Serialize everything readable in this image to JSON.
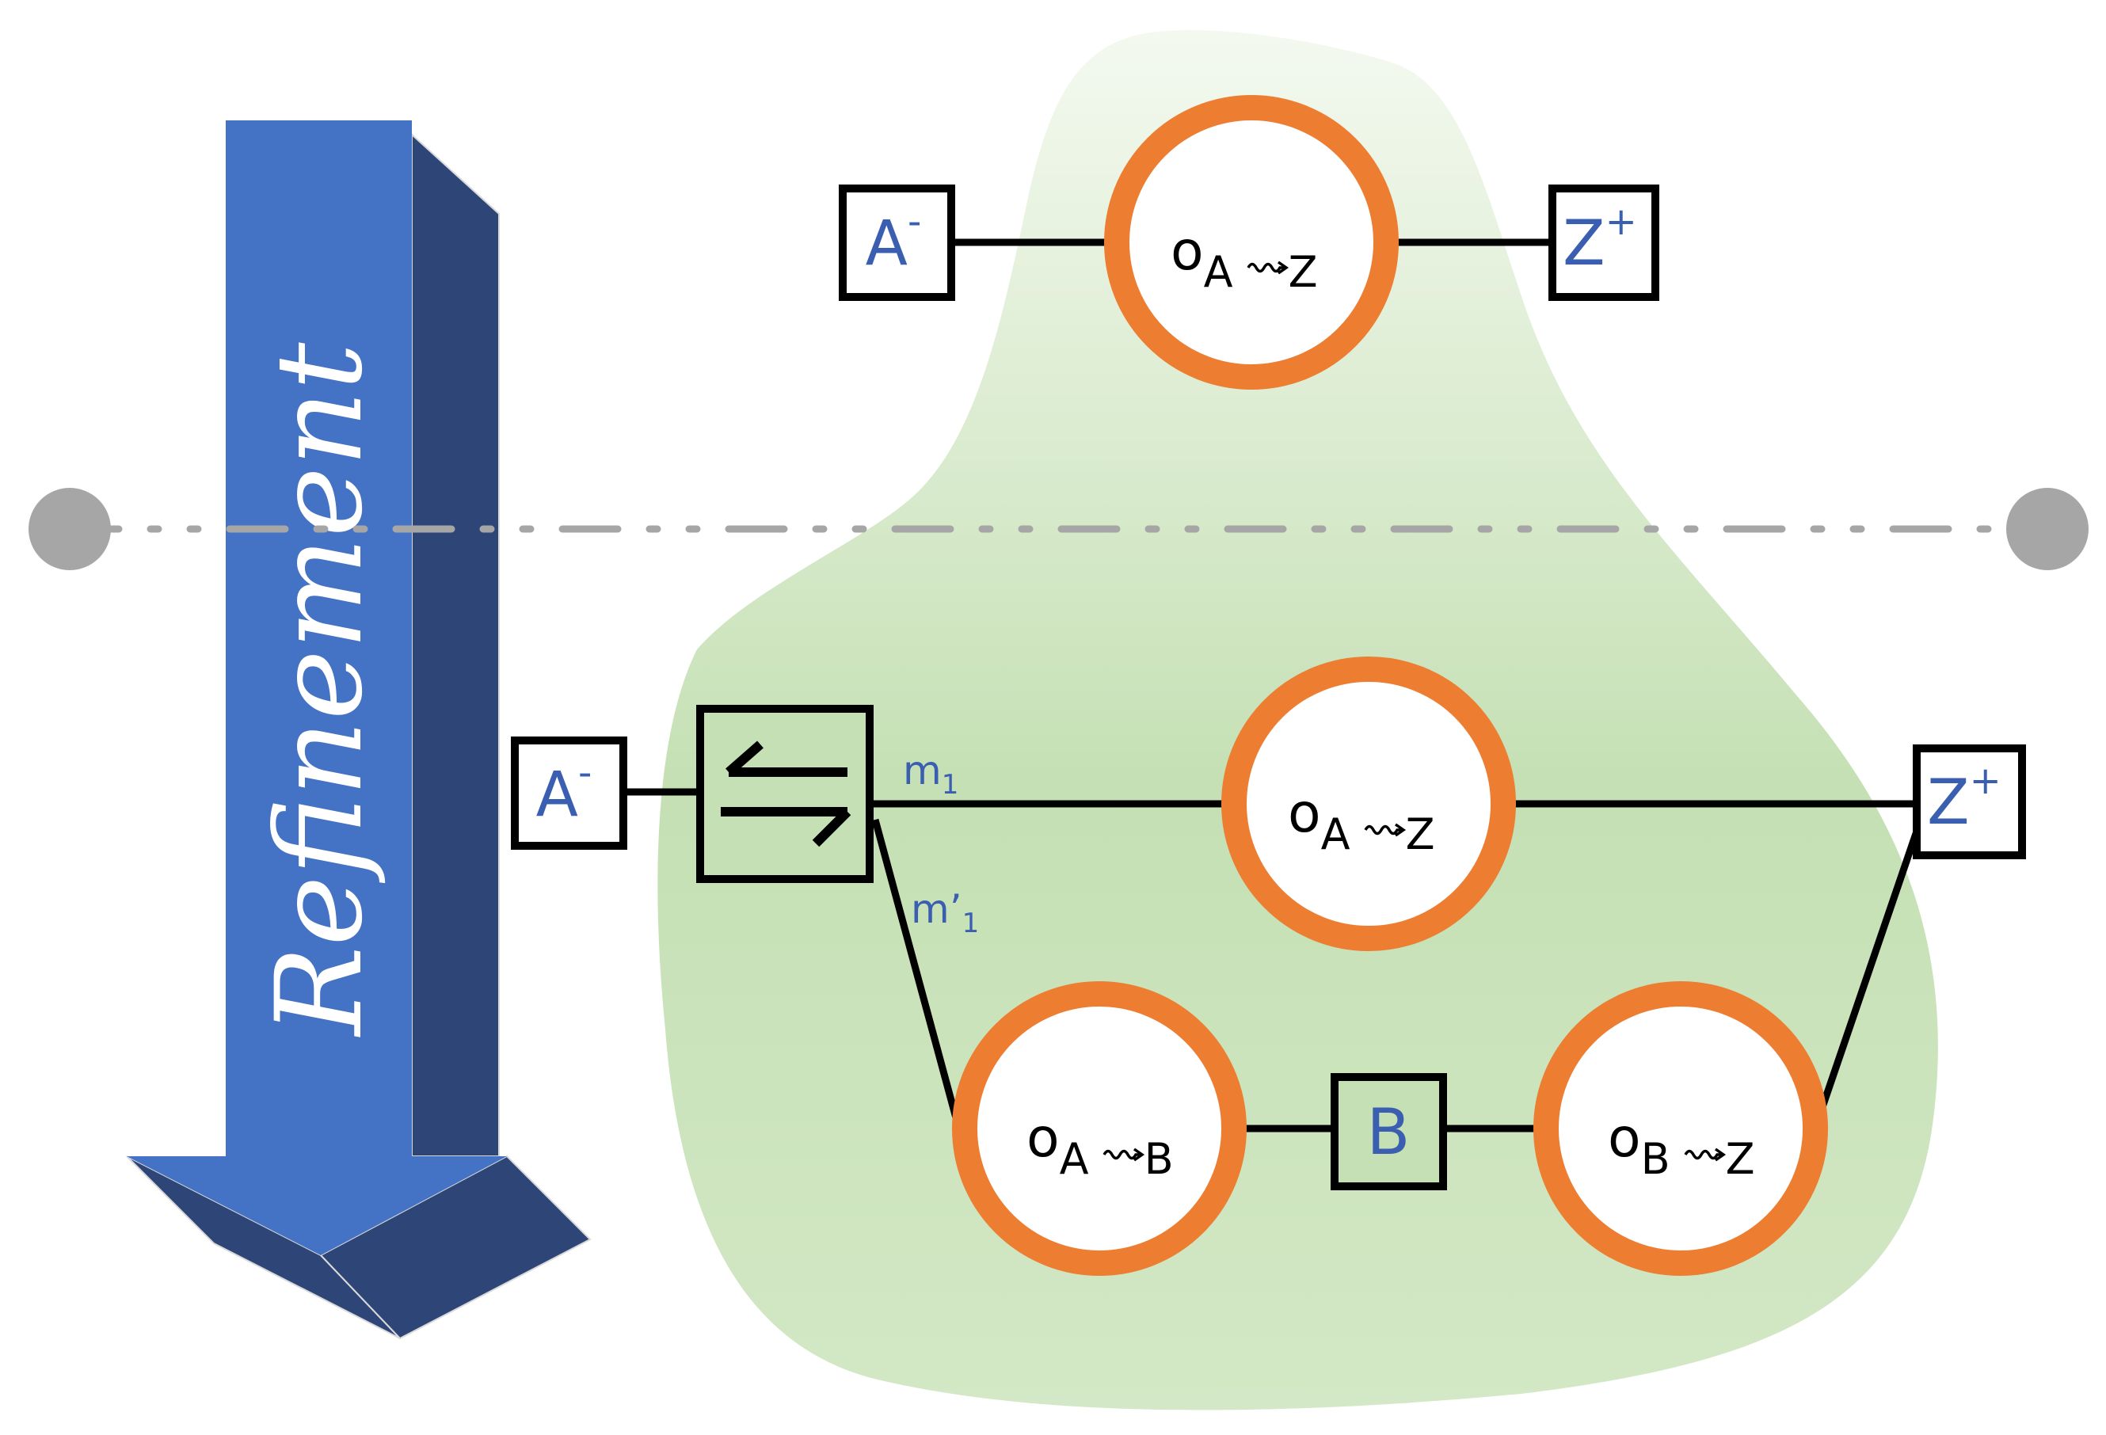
{
  "refinement_arrow": {
    "label": "Refinement",
    "colors": {
      "front": "#4472c4",
      "side": "#2e4677"
    }
  },
  "separator": {
    "color": "#a6a6a6"
  },
  "blob": {
    "color": "#c5e0b4"
  },
  "top": {
    "source": {
      "base": "A",
      "sup": "-"
    },
    "operator": {
      "main": "o",
      "sub_from": "A",
      "sub_to": "Z"
    },
    "sink": {
      "base": "Z",
      "sup": "+"
    }
  },
  "bottom": {
    "source": {
      "base": "A",
      "sup": "-"
    },
    "switch": {
      "icon": "exchange-arrows-icon"
    },
    "m1": {
      "base": "m",
      "sub": "1"
    },
    "m1p": {
      "base": "m’",
      "sub": "1"
    },
    "operator_az": {
      "main": "o",
      "sub_from": "A",
      "sub_to": "Z"
    },
    "sink": {
      "base": "Z",
      "sup": "+"
    },
    "operator_ab": {
      "main": "o",
      "sub_from": "A",
      "sub_to": "B"
    },
    "intermediate": {
      "label": "B"
    },
    "operator_bz": {
      "main": "o",
      "sub_from": "B",
      "sub_to": "Z"
    }
  },
  "colors": {
    "circle_stroke": "#ed7d31",
    "label_blue": "#3b5fb0"
  }
}
